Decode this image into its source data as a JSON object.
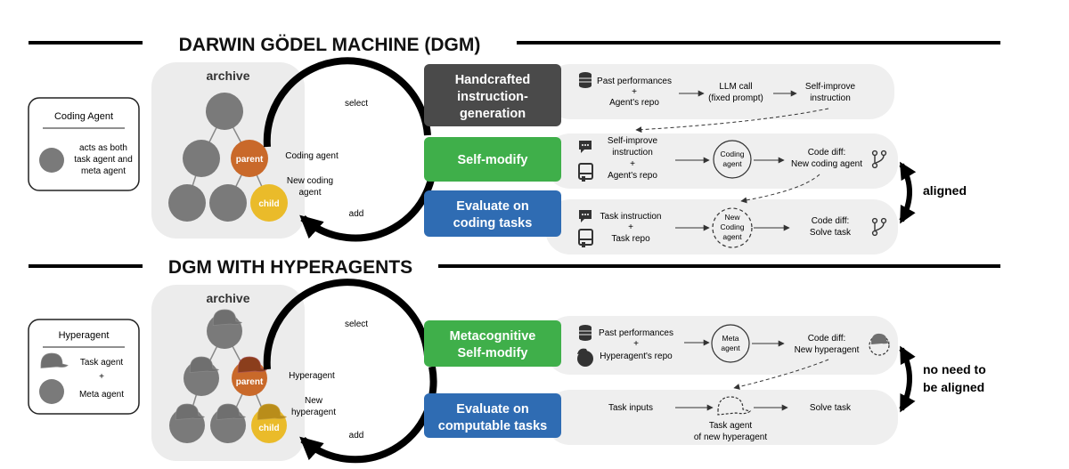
{
  "top": {
    "title": "DARWIN GÖDEL MACHINE (DGM)",
    "archive_label": "archive",
    "legend": {
      "title": "Coding Agent",
      "desc_lines": [
        "acts as both",
        "task agent and",
        "meta agent"
      ]
    },
    "node_parent": "parent",
    "node_child": "child",
    "cycle_select": "select",
    "cycle_add": "add",
    "cycle_agent": "Coding agent",
    "cycle_new_lines": [
      "New coding",
      "agent"
    ],
    "step1_lines": [
      "Handcrafted",
      "instruction-",
      "generation"
    ],
    "step2_label": "Self-modify",
    "step3_lines": [
      "Evaluate on",
      "coding tasks"
    ],
    "row1": {
      "input_lines": [
        "Past performances",
        "+",
        "Agent's repo"
      ],
      "mid_lines": [
        "LLM call",
        "(fixed prompt)"
      ],
      "out_lines": [
        "Self-improve",
        "instruction"
      ]
    },
    "row2": {
      "input_lines": [
        "Self-improve",
        "instruction",
        "+",
        "Agent's repo"
      ],
      "circle_lines": [
        "Coding",
        "agent"
      ],
      "out_lines": [
        "Code diff:",
        "New coding agent"
      ]
    },
    "row3": {
      "input_lines": [
        "Task instruction",
        "+",
        "Task repo"
      ],
      "circle_lines": [
        "New",
        "Coding",
        "agent"
      ],
      "out_lines": [
        "Code diff:",
        "Solve task"
      ]
    },
    "aligned_label": "aligned"
  },
  "bottom": {
    "title": "DGM WITH HYPERAGENTS",
    "archive_label": "archive",
    "legend": {
      "title": "Hyperagent",
      "task_label": "Task agent",
      "plus": "+",
      "meta_label": "Meta agent"
    },
    "node_parent": "parent",
    "node_child": "child",
    "cycle_select": "select",
    "cycle_add": "add",
    "cycle_agent": "Hyperagent",
    "cycle_new_lines": [
      "New",
      "hyperagent"
    ],
    "step1_lines": [
      "Metacognitive",
      "Self-modify"
    ],
    "step2_lines": [
      "Evaluate on",
      "computable tasks"
    ],
    "row1": {
      "input_lines": [
        "Past performances",
        "+",
        "Hyperagent's repo"
      ],
      "circle_lines": [
        "Meta",
        "agent"
      ],
      "out_lines": [
        "Code diff:",
        "New hyperagent"
      ]
    },
    "row2": {
      "input_label": "Task inputs",
      "mid_lines": [
        "Task agent",
        "of new hyperagent"
      ],
      "out_label": "Solve task"
    },
    "aligned_lines": [
      "no need to",
      "be aligned"
    ]
  },
  "colors": {
    "dark_box": "#4a4a4a",
    "green_box": "#3faf4a",
    "blue_box": "#2f6cb3",
    "parent_node": "#c9692a",
    "child_node": "#eabb2a",
    "gray_node": "#7a7a7a",
    "archive_bg": "#ececec",
    "row_bg": "#efefef"
  },
  "icons": [
    "database-icon",
    "chat-icon",
    "repo-icon",
    "git-branch-icon",
    "cap-icon",
    "head-icon"
  ]
}
